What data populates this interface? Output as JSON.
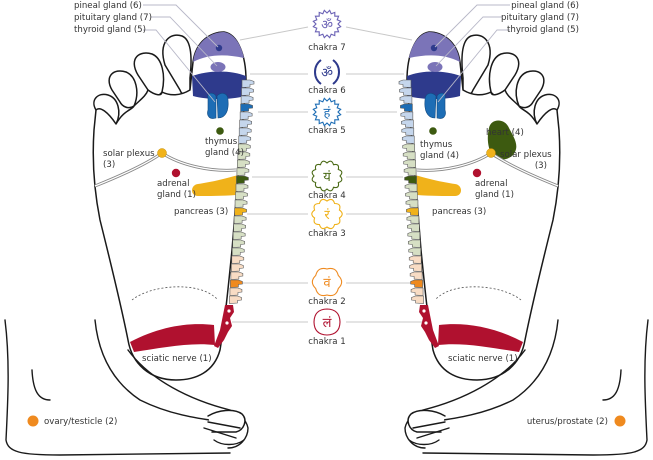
{
  "title": "Foot reflexology zones and chakra correspondences",
  "colors": {
    "chakra_7": "#7b74b8",
    "chakra_6": "#2e3a8c",
    "chakra_5": "#1d6db5",
    "chakra_4": "#3d5a10",
    "chakra_3": "#f0b21a",
    "chakra_2": "#ef8a1f",
    "chakra_1": "#b0112f",
    "spine_upper": "#c5d6ec",
    "spine_middle": "#d6dfc4",
    "spine_lower": "#f8dcc4",
    "leader_line": "#c8c8c8"
  },
  "chakras": [
    {
      "label": "chakra 7",
      "glyph": "ॐ",
      "color": "#6b62b5"
    },
    {
      "label": "chakra 6",
      "glyph": "ॐ",
      "color": "#2e3a8c"
    },
    {
      "label": "chakra 5",
      "glyph": "हं",
      "color": "#1d6db5"
    },
    {
      "label": "chakra 4",
      "glyph": "यं",
      "color": "#4a6a16"
    },
    {
      "label": "chakra 3",
      "glyph": "रं",
      "color": "#f0b21a"
    },
    {
      "label": "chakra 2",
      "glyph": "वं",
      "color": "#ef8a1f"
    },
    {
      "label": "chakra 1",
      "glyph": "लं",
      "color": "#b0112f"
    }
  ],
  "left_foot": {
    "labels": {
      "pineal": "pineal gland (6)",
      "pituitary": "pituitary gland (7)",
      "thyroid": "thyroid gland (5)",
      "thymus_1": "thymus",
      "thymus_2": "gland (4)",
      "solar_1": "solar plexus",
      "solar_2": "(3)",
      "adrenal_1": "adrenal",
      "adrenal_2": "gland (1)",
      "pancreas": "pancreas (3)",
      "sciatic": "sciatic nerve (1)"
    }
  },
  "right_foot": {
    "labels": {
      "pineal": "pineal gland (6)",
      "pituitary": "pituitary gland (7)",
      "thyroid": "thyroid gland (5)",
      "heart": "heart (4)",
      "thymus_1": "thymus",
      "thymus_2": "gland (4)",
      "solar_1": "solar plexus",
      "solar_2": "(3)",
      "adrenal_1": "adrenal",
      "adrenal_2": "gland (1)",
      "pancreas": "pancreas (3)",
      "sciatic": "sciatic nerve (1)"
    }
  },
  "left_ankle": {
    "label": "ovary/testicle (2)"
  },
  "right_ankle": {
    "label": "uterus/prostate (2)"
  }
}
